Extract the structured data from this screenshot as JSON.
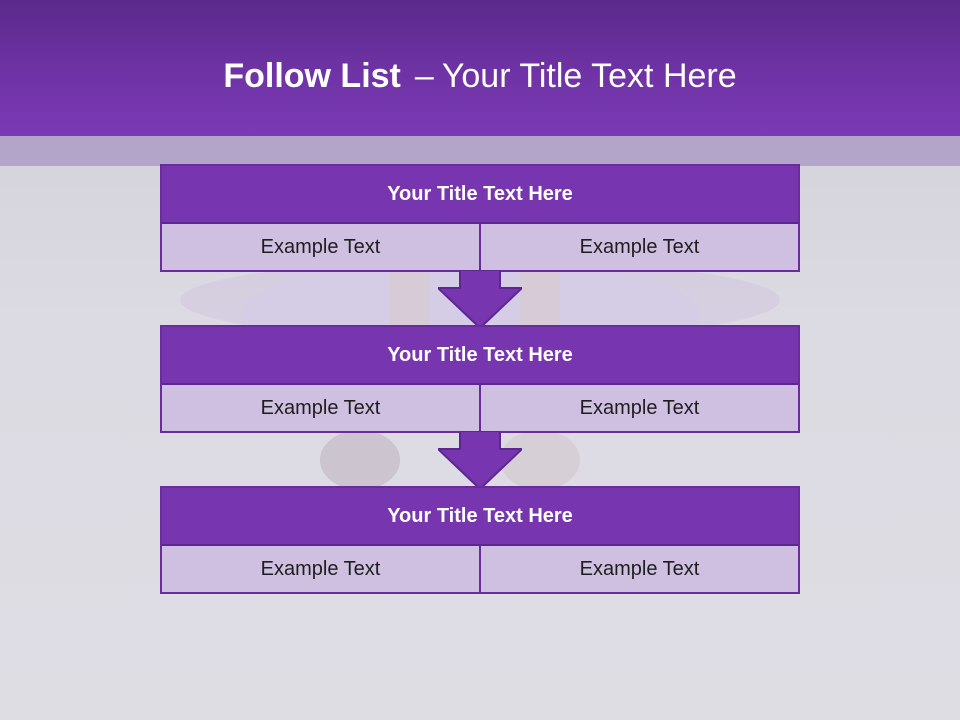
{
  "slide": {
    "title_bold": "Follow List",
    "title_separator": "–",
    "title_rest": "Your Title Text Here"
  },
  "blocks": [
    {
      "title": "Your Title Text Here",
      "cells": [
        "Example Text",
        "Example Text"
      ]
    },
    {
      "title": "Your Title Text Here",
      "cells": [
        "Example Text",
        "Example Text"
      ]
    },
    {
      "title": "Your Title Text Here",
      "cells": [
        "Example Text",
        "Example Text"
      ]
    }
  ],
  "colors": {
    "header": "#6f33a6",
    "block_title": "#7735b0",
    "block_cell": "#cfc0e1",
    "border": "#6a2c9d"
  }
}
